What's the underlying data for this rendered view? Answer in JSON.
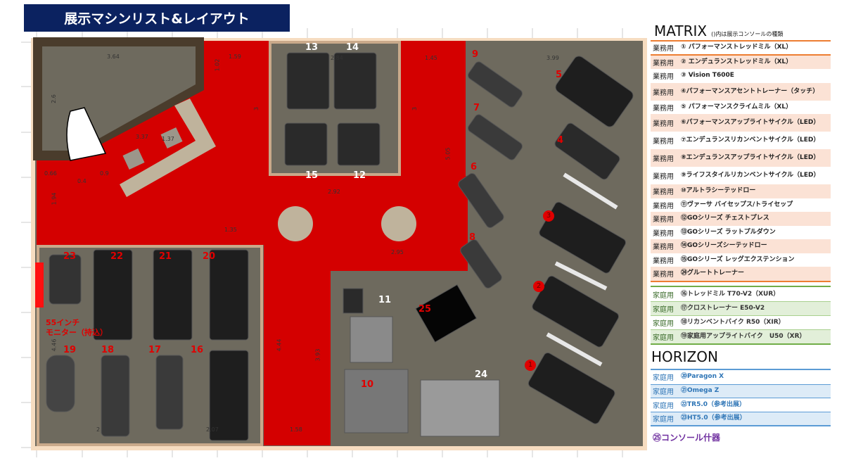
{
  "title": "展示マシンリスト&レイアウト",
  "floor": {
    "dimensions": [
      "3.64",
      "1.59",
      "1.02",
      "2.6",
      "3",
      "0.66",
      "0.4",
      "0.9",
      "3.37",
      "1.37",
      "1.94",
      "1.35",
      "2.84",
      "1.45",
      "3",
      "5.05",
      "2.92",
      "2.95",
      "3.99",
      "4.46",
      "4.44",
      "3.93",
      "2",
      "2.07",
      "1.58"
    ],
    "white_numbers": [
      "13",
      "14",
      "15",
      "12",
      "11",
      "24"
    ],
    "red_numbers": [
      "9",
      "5",
      "7",
      "4",
      "6",
      "8",
      "25",
      "10",
      "23",
      "22",
      "21",
      "20",
      "19",
      "18",
      "17",
      "16"
    ],
    "circled_numbers": [
      "3",
      "2",
      "1"
    ],
    "monitor_note": [
      "55インチ",
      "モニター（持込）"
    ]
  },
  "matrix": {
    "brand": "MATRIX",
    "note": "()内は展示コンソールの種類",
    "rows": [
      {
        "cat": "業務用",
        "name": "① パフォーマンストレッドミル（XL）"
      },
      {
        "cat": "業務用",
        "name": "② エンデュランストレッドミル（XL）"
      },
      {
        "cat": "業務用",
        "name": "③ Vision T600E"
      },
      {
        "cat": "業務用",
        "name": "④パフォーマンスアセントトレーナー（タッチ）"
      },
      {
        "cat": "業務用",
        "name": "⑤ パフォーマンスクライムミル（XL）"
      },
      {
        "cat": "業務用",
        "name": "⑥パフォーマンスアップライトサイクル（LED）"
      },
      {
        "cat": "業務用",
        "name": "⑦エンデュランスリカンベントサイクル（LED）"
      },
      {
        "cat": "業務用",
        "name": "⑧エンデュランスアップライトサイクル（LED）"
      },
      {
        "cat": "業務用",
        "name": "⑨ライフスタイルリカンベントサイクル（LED）"
      },
      {
        "cat": "業務用",
        "name": "⑩アルトラシーテッドロー"
      },
      {
        "cat": "業務用",
        "name": "⑪ヴァーサ バイセップス/トライセップ"
      },
      {
        "cat": "業務用",
        "name": "⑫GOシリーズ チェストプレス"
      },
      {
        "cat": "業務用",
        "name": "⑬GOシリーズ ラットプルダウン"
      },
      {
        "cat": "業務用",
        "name": "⑭GOシリーズシーテッドロー"
      },
      {
        "cat": "業務用",
        "name": "⑮GOシリーズ レッグエクステンション"
      },
      {
        "cat": "業務用",
        "name": "㉔グルートトレーナー"
      }
    ],
    "home_rows": [
      {
        "cat": "家庭用",
        "name": "⑯トレッドミル T70-V2（XUR）"
      },
      {
        "cat": "家庭用",
        "name": "⑰クロストレーナー E50-V2"
      },
      {
        "cat": "家庭用",
        "name": "⑱リカンベントバイク R50（XIR）"
      },
      {
        "cat": "家庭用",
        "name": "⑲家庭用アップライトバイク　U50（XR）"
      }
    ]
  },
  "horizon": {
    "brand": "HORIZON",
    "rows": [
      {
        "cat": "家庭用",
        "name": "⑳Paragon X"
      },
      {
        "cat": "家庭用",
        "name": "㉑Omega Z"
      },
      {
        "cat": "家庭用",
        "name": "㉒TR5.0（参考出展）"
      },
      {
        "cat": "家庭用",
        "name": "㉓HT5.0（参考出展）"
      }
    ]
  },
  "console": "㉕コンソール什器",
  "colors": {
    "title_bg": "#0b2260",
    "zone_red": "#d40000",
    "floor": "#6e6a5e",
    "matrix_accent": "#ed7d31",
    "home_accent": "#70ad47",
    "horizon_accent": "#5b9bd5",
    "console": "#7030a0"
  }
}
